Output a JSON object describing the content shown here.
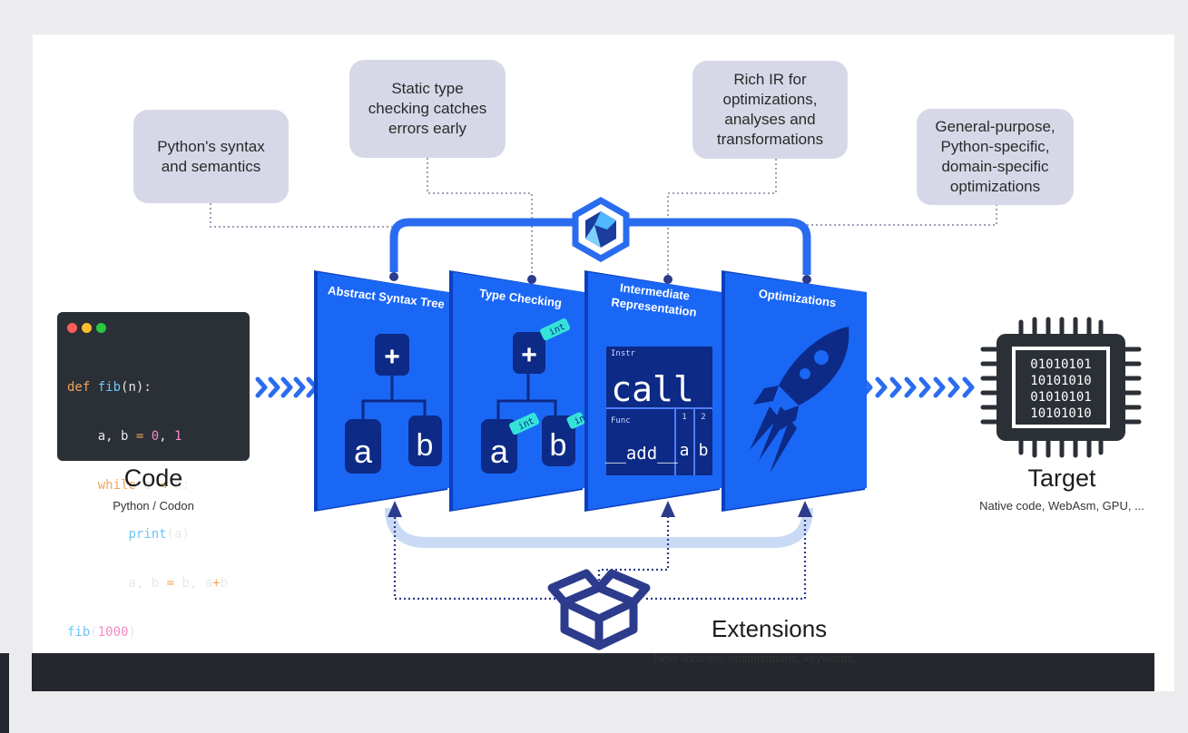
{
  "bubbles": {
    "syntax": [
      "Python's syntax",
      "and semantics"
    ],
    "typecheck": [
      "Static type",
      "checking catches",
      "errors early"
    ],
    "ir": [
      "Rich IR for",
      "optimizations,",
      "analyses and",
      "transformations"
    ],
    "opt": [
      "General-purpose,",
      "Python-specific,",
      "domain-specific",
      "optimizations"
    ]
  },
  "code": {
    "title": "Code",
    "subtitle": "Python / Codon",
    "lines": [
      "def fib(n):",
      "    a, b = 0, 1",
      "    while a < n:",
      "        print(a)",
      "        a, b = b, a+b",
      "fib(1000)"
    ]
  },
  "panels": {
    "ast": {
      "title": "Abstract Syntax Tree",
      "root": "+",
      "left": "a",
      "right": "b"
    },
    "types": {
      "title": "Type Checking",
      "root": "+",
      "left": "a",
      "right": "b",
      "tag": "int"
    },
    "ir": {
      "title_1": "Intermediate",
      "title_2": "Representation",
      "instr_label": "Instr",
      "instr": "call",
      "func_label": "Func",
      "func": "__add__",
      "arg1_label": "1",
      "arg2_label": "2",
      "arg1": "a",
      "arg2": "b"
    },
    "opt": {
      "title": "Optimizations"
    }
  },
  "target": {
    "title": "Target",
    "subtitle": "Native code, WebAsm, GPU, ...",
    "bits": [
      "01010101",
      "10101010",
      "01010101",
      "10101010"
    ]
  },
  "extensions": {
    "title": "Extensions",
    "subtitle": "New libraries, optimizations, keywords, ..."
  },
  "colors": {
    "panel": "#1a67f5",
    "panel_dark": "#0b3fbf",
    "connector": "#2a6cf0",
    "return_arrow": "#c9daf5",
    "dots": "#474d86",
    "navy": "#2d3b8c"
  }
}
